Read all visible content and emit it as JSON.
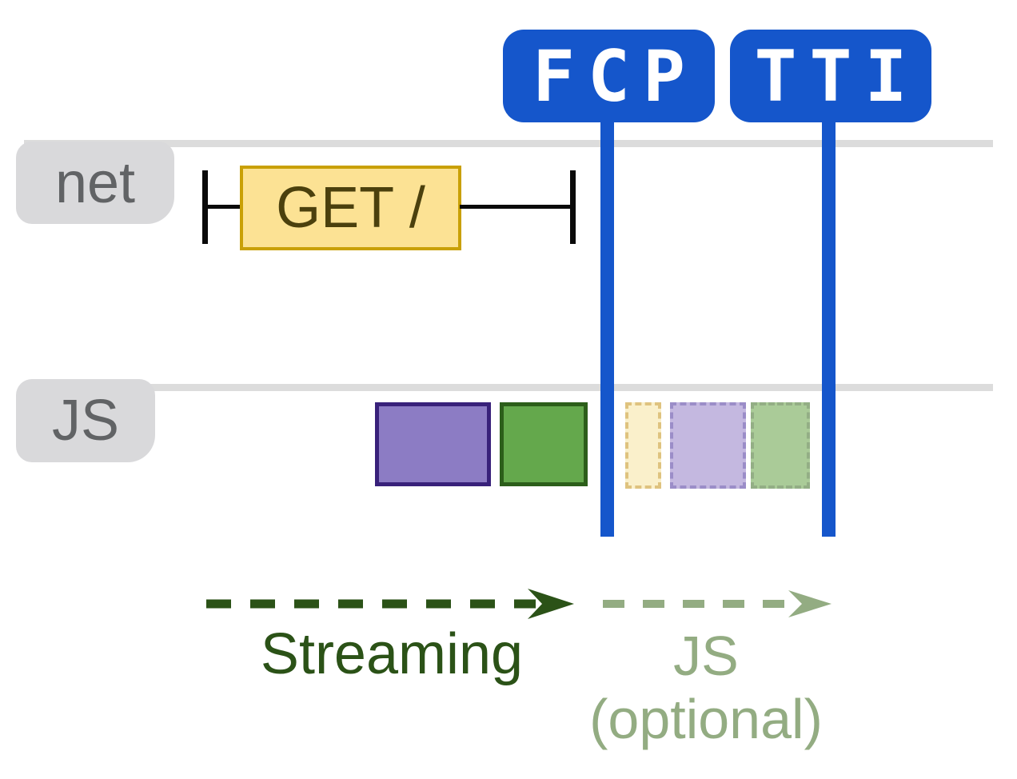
{
  "markers": {
    "fcp": {
      "label": "FCP"
    },
    "tti": {
      "label": "TTI"
    }
  },
  "tracks": {
    "net": {
      "label": "net"
    },
    "js": {
      "label": "JS"
    }
  },
  "network": {
    "request_label": "GET /"
  },
  "js_tasks": [
    {
      "name": "solid-purple-task",
      "fill": "#8C7CC4",
      "border": "#38217A",
      "border_style": "solid"
    },
    {
      "name": "solid-green-task",
      "fill": "#64A84C",
      "border": "#2C5E1A",
      "border_style": "solid"
    },
    {
      "name": "faded-yellow-task",
      "fill": "#FAF0CB",
      "border": "#DFC37F",
      "border_style": "dashed"
    },
    {
      "name": "faded-purple-task",
      "fill": "#C4B8E0",
      "border": "#9B8DC8",
      "border_style": "dashed"
    },
    {
      "name": "faded-green-task",
      "fill": "#AACB98",
      "border": "#93AE85",
      "border_style": "dashed"
    }
  ],
  "annotations": {
    "streaming": {
      "label": "Streaming"
    },
    "js_optional": {
      "label": "JS",
      "sublabel": "(optional)"
    }
  },
  "colors": {
    "marker_blue": "#1556CB",
    "track_line": "#DCDCDC",
    "label_bg": "#D9D9DB",
    "label_text": "#616365",
    "request_fill": "#FCE294",
    "request_border": "#C9A006",
    "request_text": "#4B400D",
    "net_line_black": "#0A0A0A",
    "streaming_dark": "#2B5217",
    "js_optional_light": "#93AC82"
  }
}
